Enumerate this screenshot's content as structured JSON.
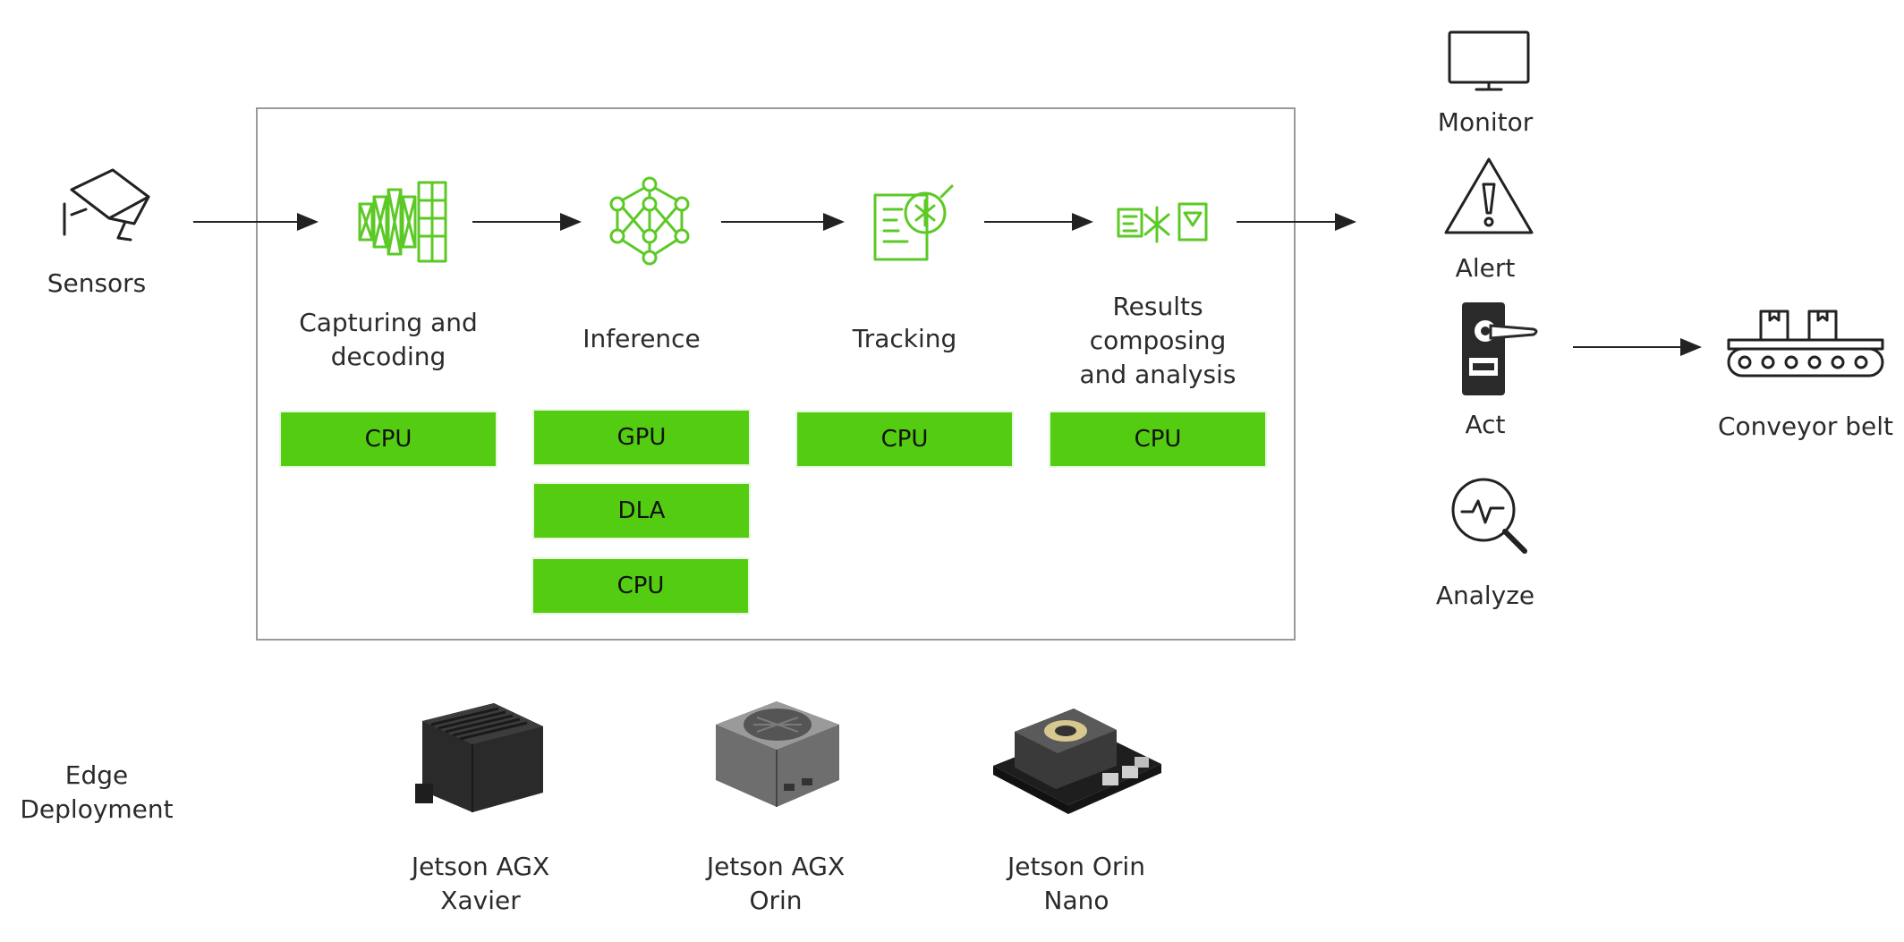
{
  "inputs": {
    "sensors_label": "Sensors"
  },
  "pipeline": {
    "stages": [
      {
        "label": "Capturing and\ndecoding",
        "processors": [
          "CPU"
        ]
      },
      {
        "label": "Inference",
        "processors": [
          "GPU",
          "DLA",
          "CPU"
        ]
      },
      {
        "label": "Tracking",
        "processors": [
          "CPU"
        ]
      },
      {
        "label": "Results\ncomposing\nand analysis",
        "processors": [
          "CPU"
        ]
      }
    ]
  },
  "outputs": {
    "monitor_label": "Monitor",
    "alert_label": "Alert",
    "act_label": "Act",
    "analyze_label": "Analyze",
    "conveyor_label": "Conveyor belt"
  },
  "deployment": {
    "label": "Edge\nDeployment",
    "devices": [
      {
        "name": "Jetson AGX\nXavier",
        "icon": "jetson-agx-xavier-device"
      },
      {
        "name": "Jetson AGX\nOrin",
        "icon": "jetson-agx-orin-device"
      },
      {
        "name": "Jetson Orin\nNano",
        "icon": "jetson-orin-nano-device"
      }
    ]
  },
  "colors": {
    "accent_green": "#54cc12",
    "icon_green": "#5cc926",
    "box_border": "#9a9a9a"
  }
}
